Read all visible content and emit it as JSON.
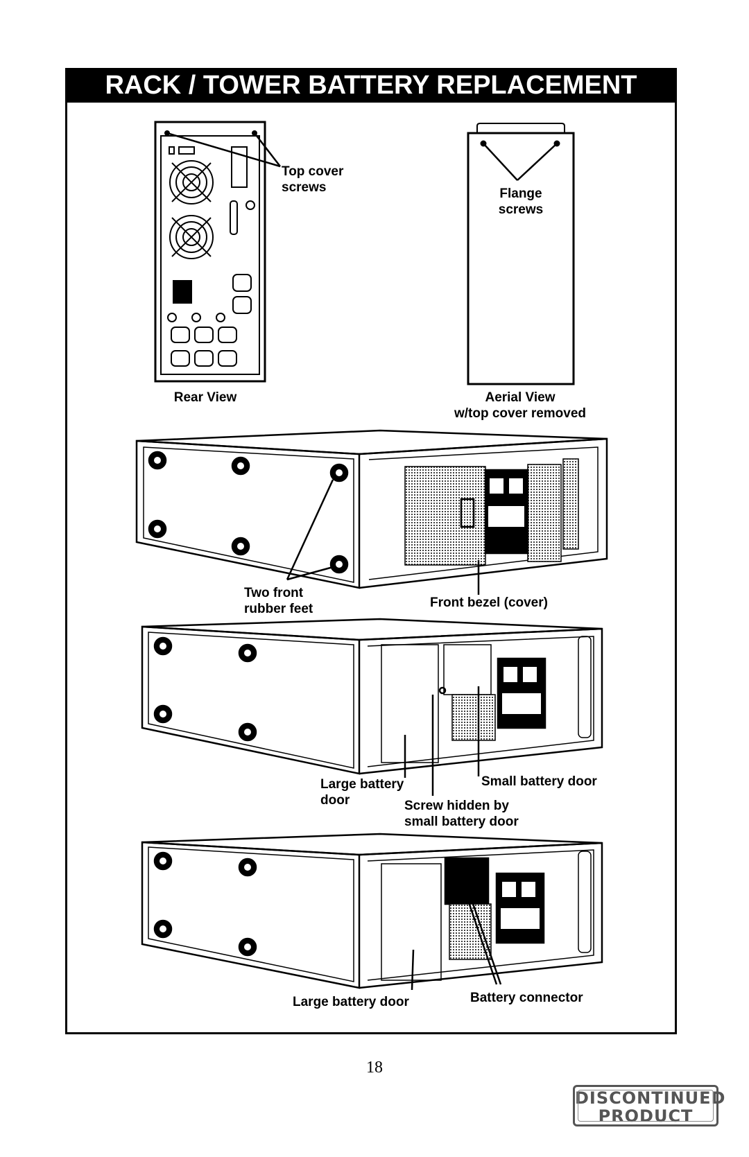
{
  "header": {
    "title": "RACK / TOWER BATTERY REPLACEMENT"
  },
  "figures": {
    "rear_view": {
      "caption": "Rear View",
      "callout_line1": "Top cover",
      "callout_line2": "screws"
    },
    "aerial_view": {
      "caption_line1": "Aerial View",
      "caption_line2": "w/top cover removed",
      "callout_line1": "Flange",
      "callout_line2": "screws"
    },
    "unit_1": {
      "feet_line1": "Two front",
      "feet_line2": "rubber feet",
      "bezel": "Front bezel (cover)"
    },
    "unit_2": {
      "large_door_line1": "Large battery",
      "large_door_line2": "door",
      "small_door": "Small battery door",
      "screw_line1": "Screw hidden by",
      "screw_line2": "small battery door"
    },
    "unit_3": {
      "large_door": "Large battery door",
      "connector": "Battery connector"
    }
  },
  "footer": {
    "page_number": "18"
  },
  "stamp": {
    "line1": "DISCONTINUED",
    "line2": "PRODUCT"
  }
}
